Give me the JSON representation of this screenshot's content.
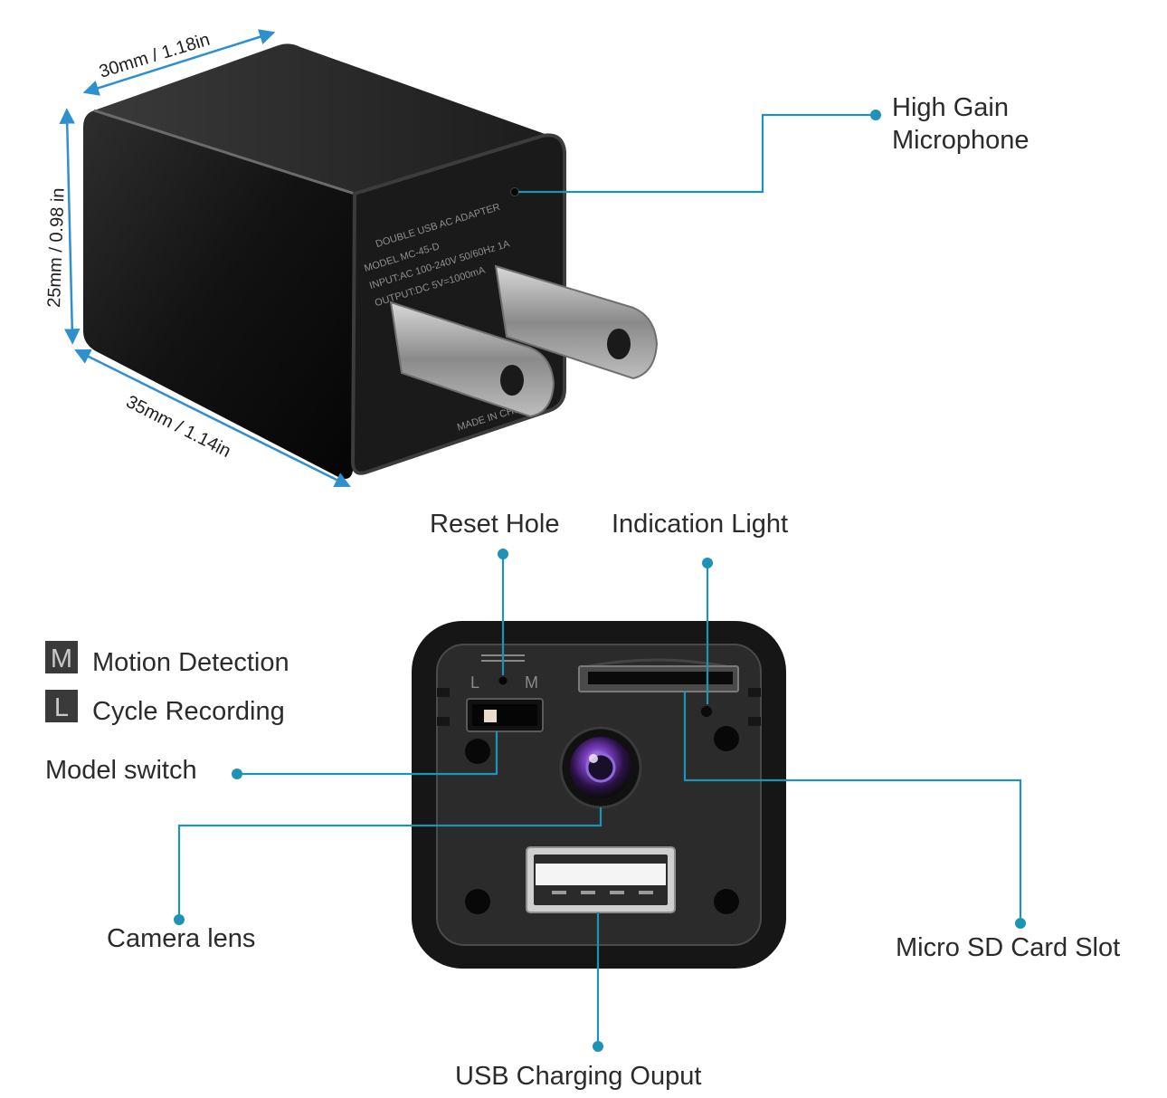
{
  "dimensions": {
    "width": "30mm / 1.18in",
    "height": "25mm / 0.98 in",
    "depth": "35mm / 1.14in"
  },
  "adapter_print": {
    "line1": "DOUBLE USB AC ADAPTER",
    "line2": "MODEL MC-45-D",
    "line3": "INPUT:AC 100-240V 50/60Hz 1A",
    "line4": "OUTPUT:DC 5V=1000mA",
    "line5": "MADE IN CHINA"
  },
  "switch_marks": {
    "left": "L",
    "right": "M"
  },
  "callouts": {
    "microphone_line1": "High Gain",
    "microphone_line2": "Microphone",
    "reset_hole": "Reset Hole",
    "indication_light": "Indication Light",
    "model_switch": "Model switch",
    "camera_lens": "Camera lens",
    "sd_slot": "Micro SD Card Slot",
    "usb_output": "USB Charging Ouput"
  },
  "legend": [
    {
      "key": "M",
      "label": "Motion Detection"
    },
    {
      "key": "L",
      "label": "Cycle Recording"
    }
  ],
  "colors": {
    "callout_line": "#1f93b6",
    "dimension_arrow": "#2f8fcf",
    "device_body": "#1a1a1a",
    "device_panel": "#2a2a2a",
    "legend_key_bg": "#3a3a3a"
  }
}
